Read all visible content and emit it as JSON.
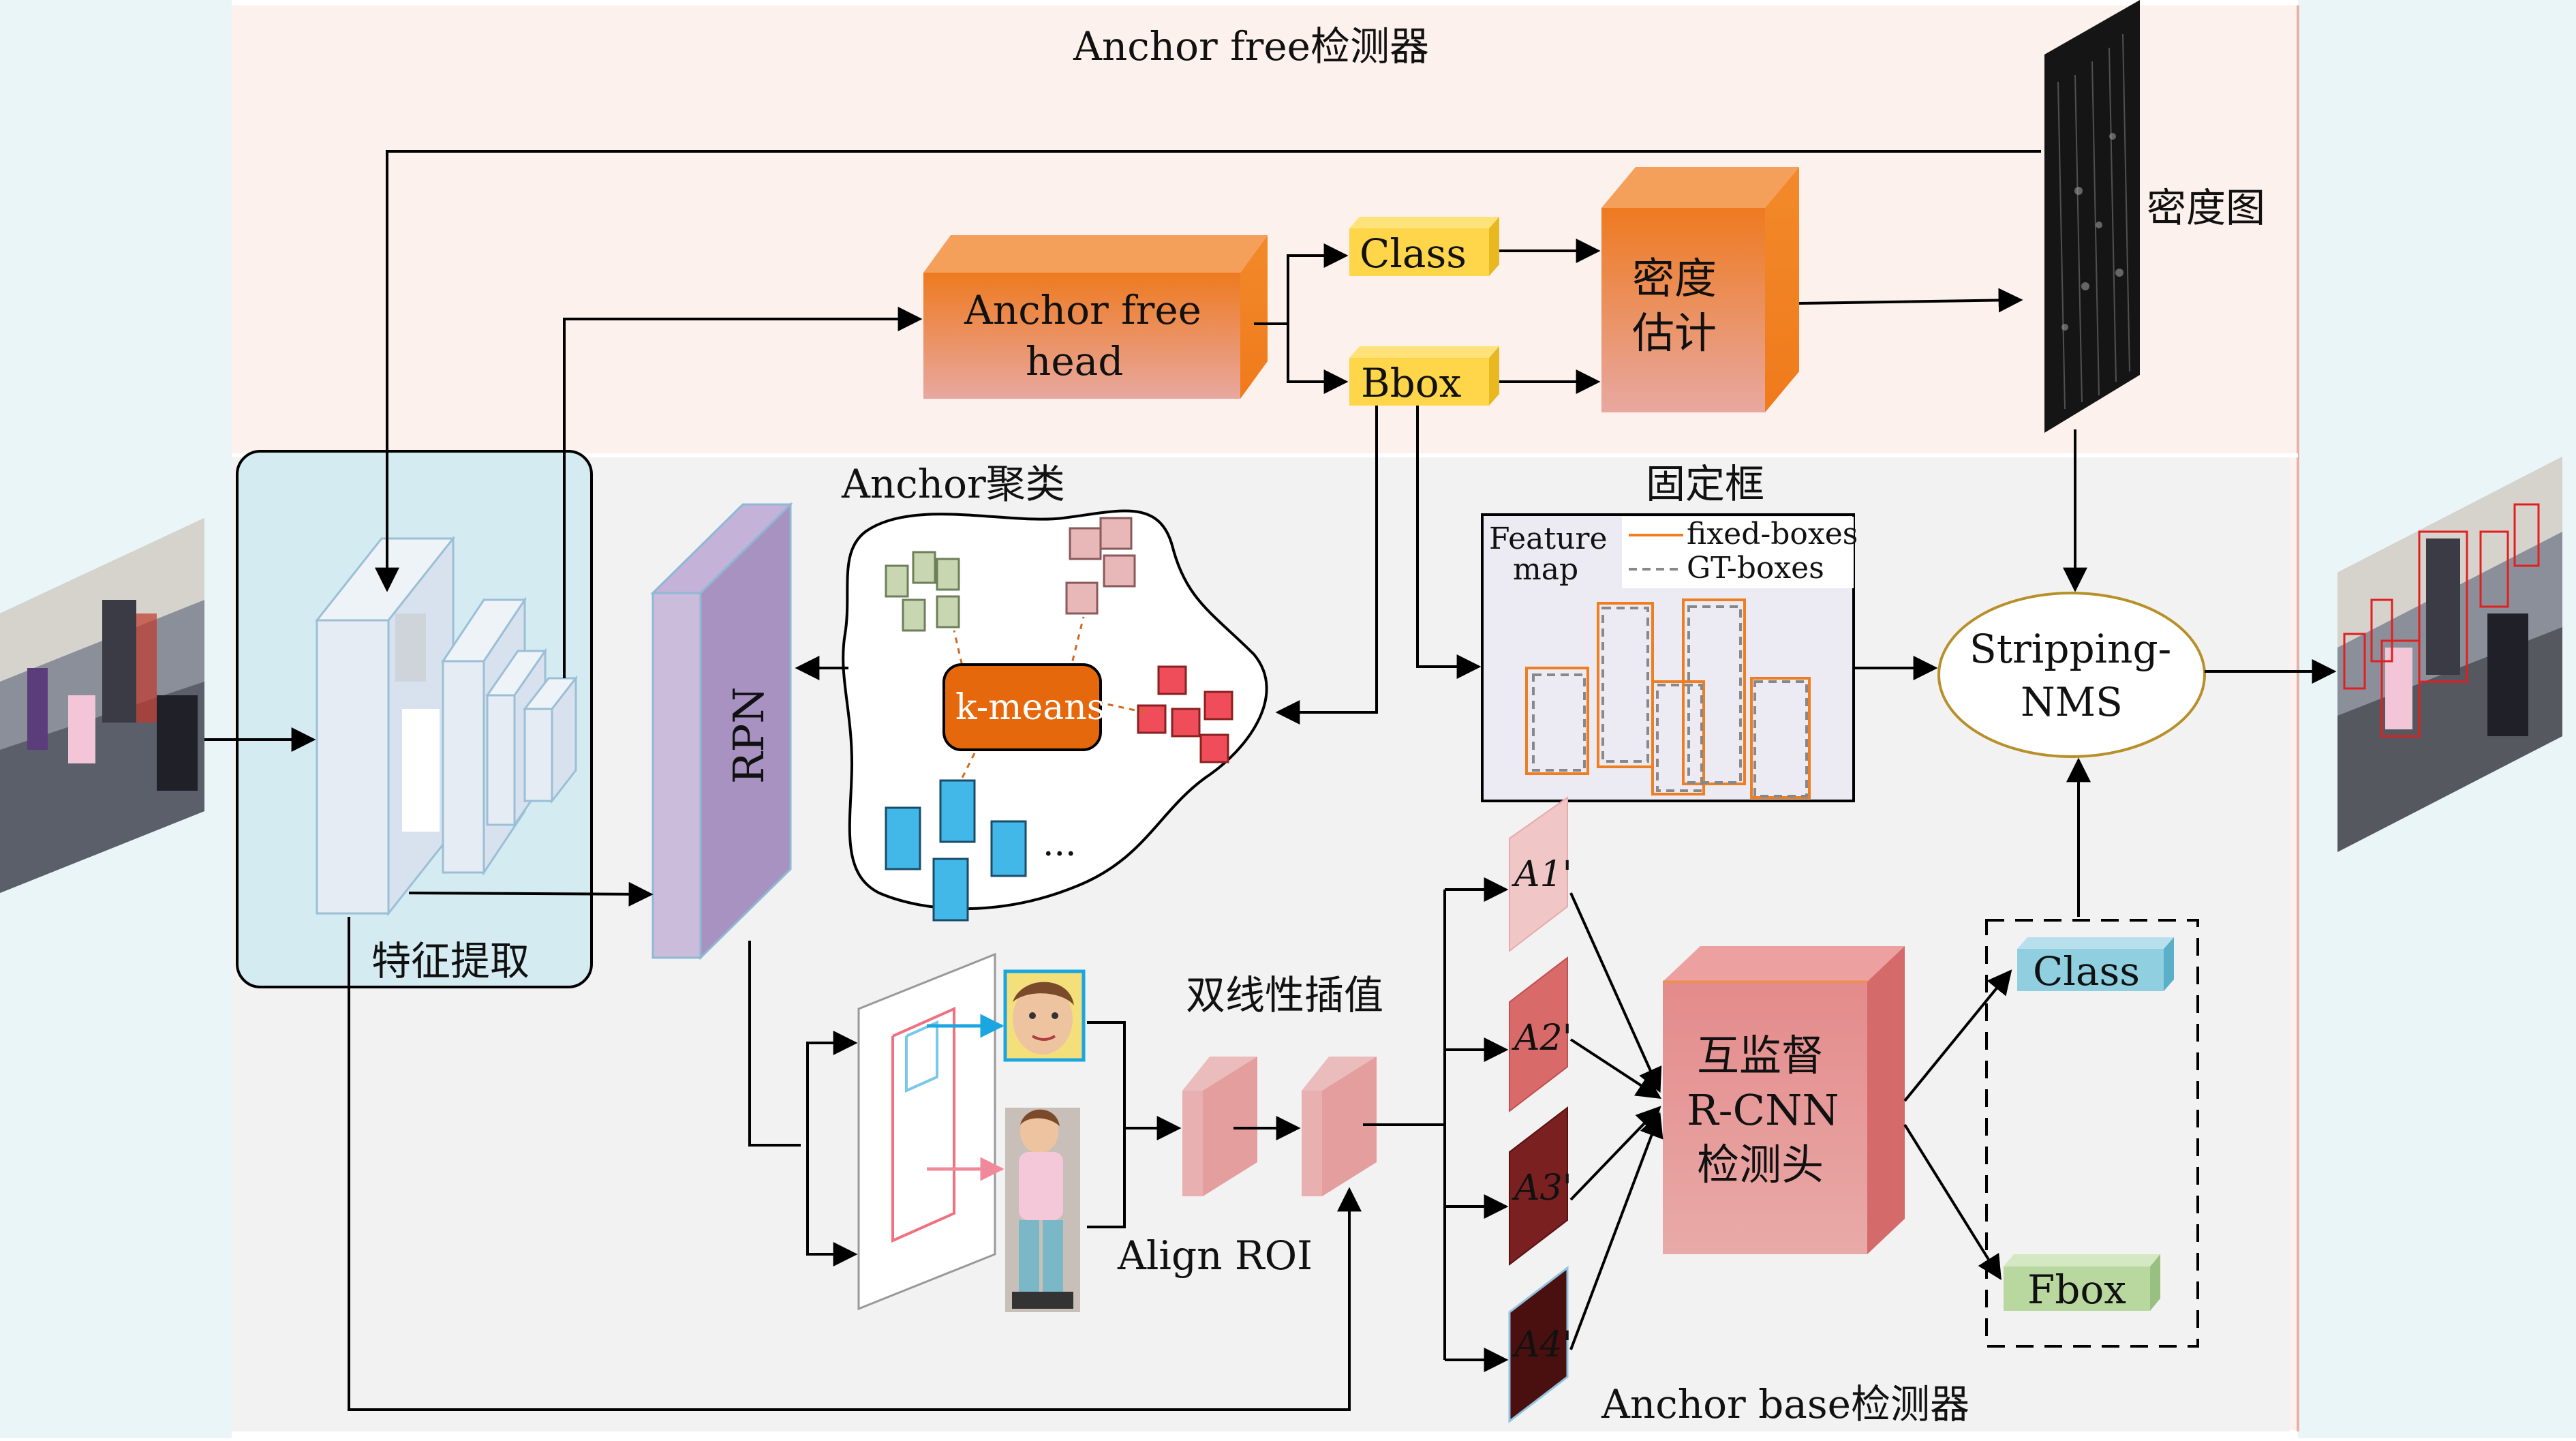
{
  "sections": {
    "anchor_free": "Anchor free检测器",
    "anchor_base": "Anchor base检测器"
  },
  "blocks": {
    "feature_extract": "特征提取",
    "anchor_free_head_1": "Anchor free",
    "anchor_free_head_2": "head",
    "class_top": "Class",
    "bbox_top": "Bbox",
    "density_est_1": "密度",
    "density_est_2": "估计",
    "density_map": "密度图",
    "rpn": "RPN",
    "anchor_cluster": "Anchor聚类",
    "kmeans": "k-means",
    "ellipsis": "...",
    "fixed_box": "固定框",
    "feature_map_1": "Feature",
    "feature_map_2": "map",
    "legend_fixed": "fixed-boxes",
    "legend_gt": "GT-boxes",
    "stripping_1": "Stripping-",
    "stripping_2": "NMS",
    "bilinear": "双线性插值",
    "align_roi": "Align ROI",
    "a_labels": [
      "A1'",
      "A2'",
      "A3'",
      "A4'"
    ],
    "rcnn_1": "互监督",
    "rcnn_2": "R-CNN",
    "rcnn_3": "检测头",
    "class_bottom": "Class",
    "fbox": "Fbox"
  },
  "colors": {
    "anchor_free_bg": "#fcf1ec",
    "anchor_base_bg": "#f2f2f2",
    "side_bg": "#eaf5f8",
    "orange": "#ef7d22",
    "yellow": "#ffd54a",
    "purple": "#a892c2",
    "teal_block": "#d8ecf3",
    "rcnn": "#e59b9b",
    "blue_class": "#8fcfe0",
    "green_fbox": "#b8d8a0"
  }
}
